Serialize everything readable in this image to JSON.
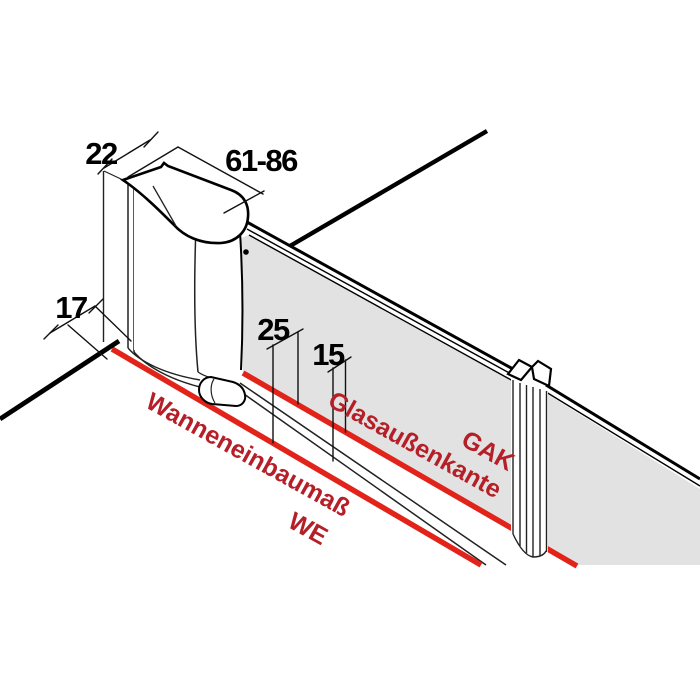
{
  "diagram": {
    "title": "shower-panel-installation-diagram",
    "dimensions": {
      "profile_width": "22",
      "panel_adjust_range": "61-86",
      "wall_offset": "17",
      "glass_overlap": "25",
      "rail_offset": "15"
    },
    "labels": {
      "glass_outer_edge_full": "Glasaußenkante",
      "glass_outer_edge_abbr": "GAK",
      "tub_installation_full": "Wanneneinbaumaß",
      "tub_installation_abbr": "WE"
    },
    "colors": {
      "accent_red_line": "#e2231a",
      "accent_red_text": "#b51f27",
      "glass_gray": "#e2e2e2",
      "line_black": "#000000"
    }
  }
}
